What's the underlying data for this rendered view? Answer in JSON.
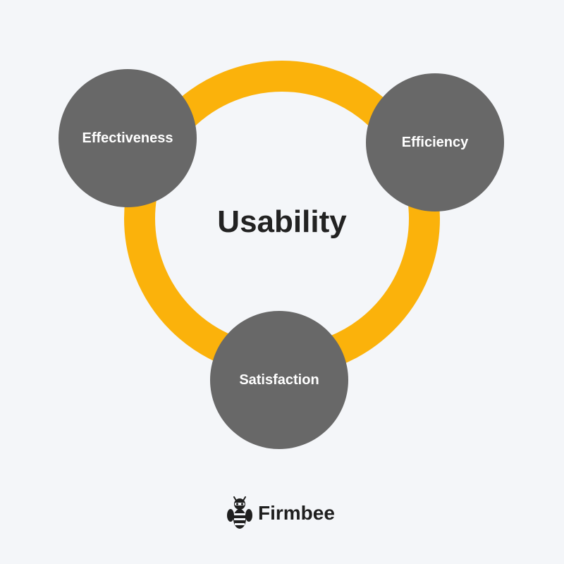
{
  "diagram": {
    "title": "Usability",
    "nodes": [
      {
        "label": "Effectiveness"
      },
      {
        "label": "Efficiency"
      },
      {
        "label": "Satisfaction"
      }
    ],
    "colors": {
      "ring": "#fbb20b",
      "node": "#686868",
      "background": "#f4f6f9",
      "title": "#222222"
    }
  },
  "brand": {
    "name": "Firmbee",
    "logo_icon": "bee-icon"
  }
}
